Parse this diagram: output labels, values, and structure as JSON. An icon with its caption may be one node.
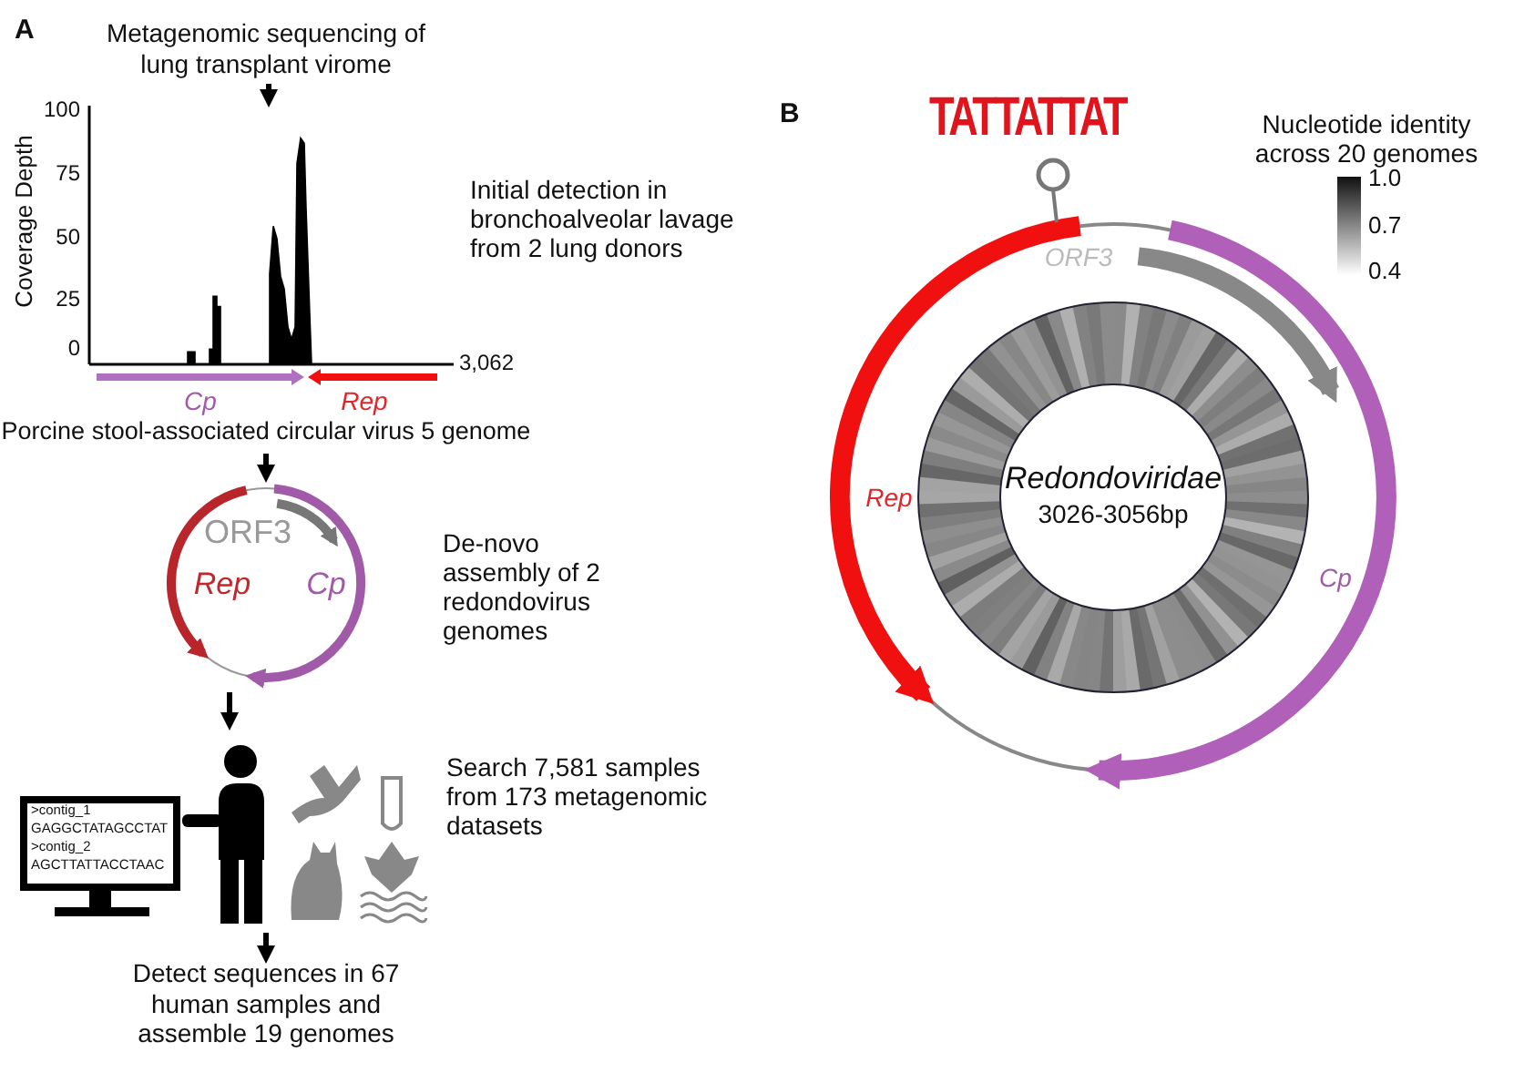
{
  "diagram": {
    "nodes": [
      {
        "text": [
          "Metagenomic sequencing of lung transplant virome"
        ]
      },
      {
        "text": [],
        "shape": "chart",
        "beside": [
          "Initial detection in bronchoalveolar lavage from 2 lung donors"
        ]
      },
      {
        "text": [
          "Porcine stool-associated circular virus 5 genome"
        ]
      },
      {
        "text": [
          "ORF3",
          "Rep",
          "Cp"
        ],
        "beside": [
          "De-novo assembly of 2 redondovirus genomes"
        ]
      },
      {
        "text": [],
        "shape": "picture",
        "beside": [
          "Search 7,581 samples from 173 metagenomic datasets"
        ]
      },
      {
        "text": [
          "Detect sequences in 67 human samples and assemble 19 genomes"
        ]
      },
      {
        "text": [
          "ORF3",
          "Rep",
          "Cp",
          "Redondoviridae",
          "3026-3056bp"
        ]
      }
    ],
    "edges": [
      {
        "from": 0,
        "to": 1,
        "arrow": "to"
      },
      {
        "from": 2,
        "to": 3,
        "arrow": "to"
      },
      {
        "from": 3,
        "to": 4,
        "arrow": "to"
      },
      {
        "from": 4,
        "to": 5,
        "arrow": "to"
      }
    ],
    "labels": [
      "A",
      "100",
      "75",
      "50",
      "25",
      "0",
      "Coverage Depth",
      "3,062",
      "Cp",
      "Rep",
      ">contig_1",
      "GAGGCTATAGCCTAT",
      ">contig_2",
      "AGCTTATTACCTAAC",
      "B",
      "TATTATTAT",
      "Nucleotide identity across 20 genomes",
      "1.0",
      "0.7",
      "0.4"
    ]
  }
}
